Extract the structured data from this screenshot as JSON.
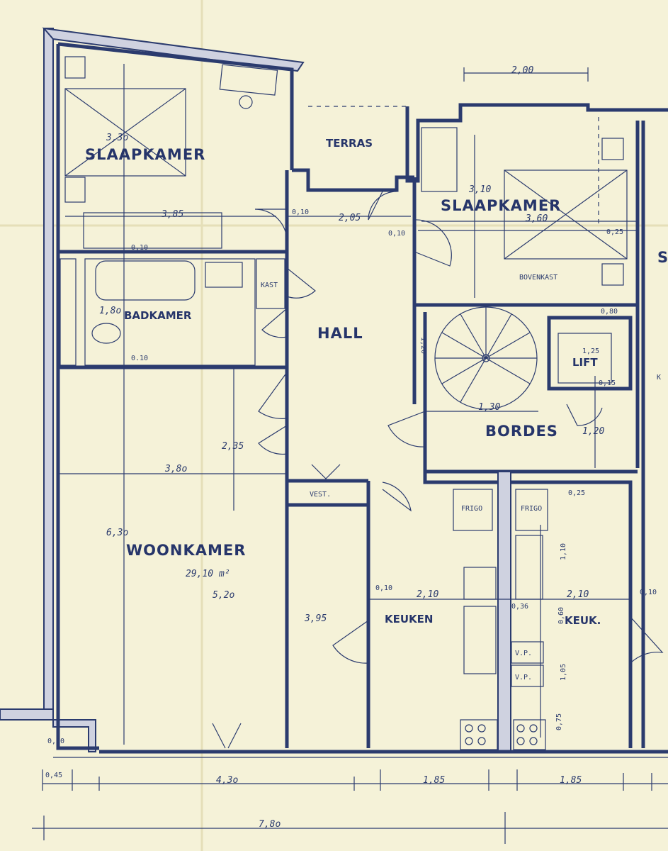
{
  "rooms": {
    "slaapkamer_1": "SLAAPKAMER",
    "terras": "TERRAS",
    "slaapkamer_2": "SLAAPKAMER",
    "slaapkamer_3_partial": "S",
    "badkamer": "BADKAMER",
    "kast": "KAST",
    "hall": "HALL",
    "bovenkast": "BOVENKAST",
    "lift": "LIFT",
    "bordes": "BORDES",
    "vest": "VEST.",
    "woonkamer": "WOONKAMER",
    "woonkamer_area": "29,10 m²",
    "keuken": "KEUKEN",
    "keuk": "KEUK.",
    "frigo_1": "FRIGO",
    "frigo_2": "FRIGO",
    "vp_1": "V.P.",
    "vp_2": "V.P.",
    "kast_partial": "K"
  },
  "dimensions": {
    "top_2_00": "2,00",
    "slaapkamer1_3_30": "3,3o",
    "slaapkamer1_3_85": "3,85",
    "slaapkamer1_0_10": "0,10",
    "hall_0_10_a": "0,10",
    "hall_2_05": "2,05",
    "hall_0_10_b": "0,10",
    "slaapkamer2_3_10": "3,10",
    "slaapkamer2_3_60": "3,60",
    "slaapkamer2_0_25": "0,25",
    "badkamer_1_80": "1,8o",
    "badkamer_0_10": "0.10",
    "lift_0_80": "0,80",
    "lift_1_25": "1,25",
    "lift_0_15": "0,15",
    "stair_1_20_v": "1,20",
    "bordes_1_30": "1,30",
    "bordes_1_20": "1,20",
    "woonkamer_2_35": "2,35",
    "woonkamer_3_80": "3,8o",
    "woonkamer_6_30": "6,3o",
    "woonkamer_5_20": "5,2o",
    "vest_3_95": "3,95",
    "kitchen_0_25": "0,25",
    "kitchen_1_10": "1,10",
    "keuken_0_10": "0,10",
    "keuken_2_10": "2,10",
    "keuk_2_10": "2,10",
    "keuk_0_10": "0,10",
    "kitchen_0_36": "0,36",
    "kitchen_0_60": "0,60",
    "kitchen_1_05": "1,05",
    "kitchen_0_75": "0,75",
    "corner_0_60": "0,60",
    "bottom_0_45": "0,45",
    "bottom_4_30": "4,3o",
    "bottom_1_85_a": "1,85",
    "bottom_1_85_b": "1,85",
    "bottom_7_80": "7,8o"
  },
  "colors": {
    "paper": "#f5f2d8",
    "ink": "#2b3b6e"
  }
}
